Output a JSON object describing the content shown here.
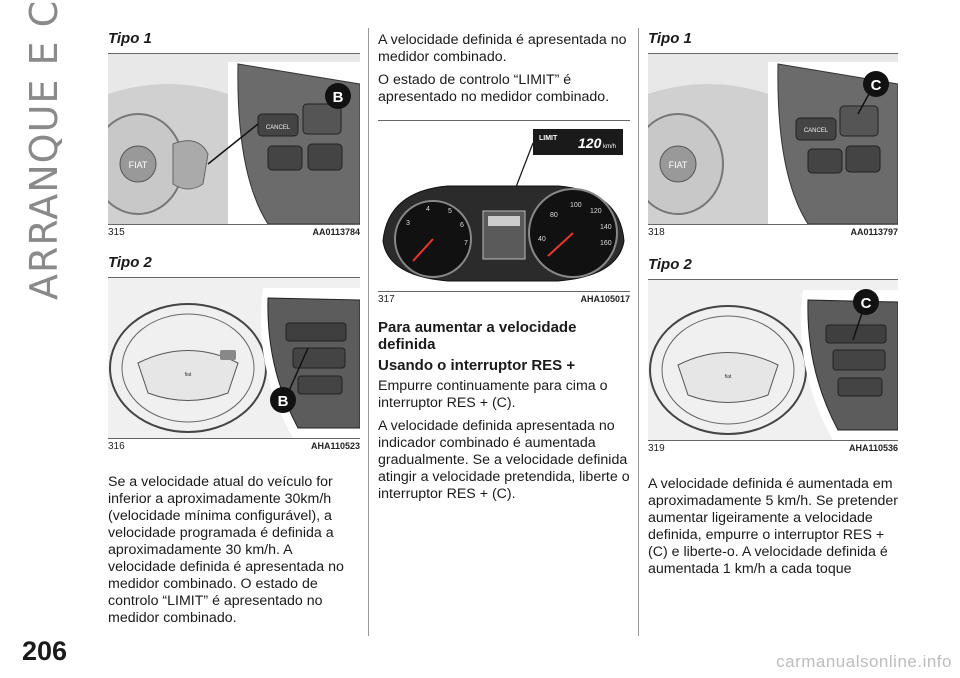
{
  "side_title": "ARRANQUE E CONDUÇÃO",
  "page_number": "206",
  "watermark": "carmanualsonline.info",
  "col1": {
    "type1_heading": "Tipo 1",
    "fig315": {
      "num": "315",
      "code": "AA0113784",
      "badge": "B"
    },
    "type2_heading": "Tipo 2",
    "fig316": {
      "num": "316",
      "code": "AHA110523",
      "badge": "B"
    },
    "para": "Se a velocidade atual do veículo for inferior a aproximadamente 30km/h (velocidade mínima configurável), a velocidade programada é definida a aproximadamente 30 km/h. A velocidade definida é apresentada no medidor combinado. O estado de controlo “LIMIT” é apresentado no medidor combinado."
  },
  "col2": {
    "para1": "A velocidade definida é apresentada no medidor combinado.",
    "para2": "O estado de controlo “LIMIT” é apresentado no medidor combinado.",
    "fig317": {
      "num": "317",
      "code": "AHA105017",
      "limit_label": "LIMIT",
      "limit_speed": "120",
      "limit_unit": "km/h"
    },
    "heading": "Para aumentar a velocidade definida",
    "subheading": "Usando o interruptor RES +",
    "para3": "Empurre continuamente para cima o interruptor RES + (C).",
    "para4": "A velocidade definida apresentada no indicador combinado é aumentada gradualmente. Se a velocidade definida atingir a velocidade pretendida, liberte o interruptor RES + (C)."
  },
  "col3": {
    "type1_heading": "Tipo 1",
    "fig318": {
      "num": "318",
      "code": "AA0113797",
      "badge": "C"
    },
    "type2_heading": "Tipo 2",
    "fig319": {
      "num": "319",
      "code": "AHA110536",
      "badge": "C"
    },
    "para": "A velocidade definida é aumentada em aproximadamente 5 km/h. Se pretender aumentar ligeiramente a velocidade definida, empurre o interruptor RES + (C) e liberte-o. A velocidade definida é aumentada 1 km/h a cada toque"
  }
}
